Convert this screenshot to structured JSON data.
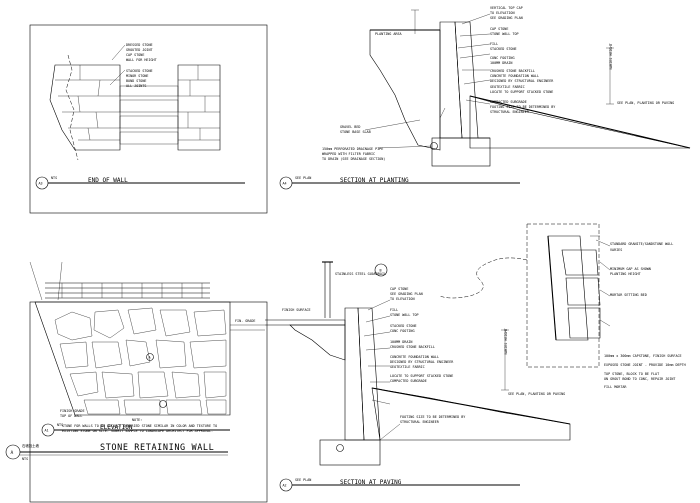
{
  "sheet": {
    "main_title": "STONE RETAINING WALL",
    "main_tag": "A",
    "main_subtitle": "石墙挡土墙",
    "main_scale": "NTS"
  },
  "views": {
    "a3": {
      "tag": "A3",
      "scale": "NTS",
      "title": "END OF WALL",
      "notes": [
        "DRESSED STONE",
        "GROUTED JOINT",
        "CAP STONE",
        "WALL FOR HEIGHT",
        "STACKED STONE",
        "MINOR STONE",
        "BOND STONE",
        "ALL JOINTS"
      ]
    },
    "a4": {
      "tag": "A4",
      "scale": "SEE PLAN",
      "title": "SECTION AT PLANTING",
      "notes": [
        "VERTICAL TOP CAP",
        "TO ELEVATION",
        "SEE GRADING PLAN",
        "CAP STONE",
        "STONE WALL TOP",
        "FILL",
        "STACKED STONE",
        "CONC FOOTING",
        "100MM DRAIN",
        "CRUSHED STONE BACKFILL",
        "CONCRETE FOUNDATION WALL",
        "DESIGNED BY STRUCTURAL ENGINEER",
        "GEOTEXTILE FABRIC",
        "LOCATE TO SUPPORT STACKED STONE",
        "COMPACTED SUBGRADE",
        "FOOTING SIZE TO BE DETERMINED BY",
        "STRUCTURAL ENGINEER"
      ],
      "side_notes": [
        "GRAVEL BED",
        "STONE BASE SLAB",
        "150mm PERFORATED DRAINAGE PIPE",
        "WRAPPED WITH FILTER FABRIC",
        "TO DRAIN (SEE DRAINAGE SECTION)"
      ],
      "label_planting": "PLANTING AREA",
      "grade_note": "VARIES HEIGHT",
      "right_note": "SEE PLAN, PLANTING OR PAVING"
    },
    "a1": {
      "tag": "A1",
      "scale": "NTS",
      "title": "ELEVATION",
      "callout": "A",
      "bottom_notes": [
        "NOTE:",
        "STONE FOR WALLS TO BE LOCALLY QUARRIED STONE SIMILAR IN COLOR AND TEXTURE TO",
        "EXISTING STONE ON SITE. SUBMIT SAMPLE TO LANDSCAPE ARCHITECT FOR APPROVAL."
      ],
      "left_notes": [
        "FIN. GRADE",
        "FINISH GRADE",
        "TOP OF WALL"
      ]
    },
    "a2": {
      "tag": "A2",
      "scale": "SEE PLAN",
      "title": "SECTION AT PAVING",
      "railing_note": "STAINLESS STEEL GUARDRAIL",
      "railing_tag": "B",
      "paving_note": "FINISH SURFACE",
      "notes": [
        "CAP STONE",
        "SEE GRADING PLAN",
        "TO ELEVATION",
        "FILL",
        "STONE WALL TOP",
        "STACKED STONE",
        "CONC FOOTING",
        "100MM DRAIN",
        "CRUSHED STONE BACKFILL",
        "CONCRETE FOUNDATION WALL",
        "DESIGNED BY STRUCTURAL ENGINEER",
        "GEOTEXTILE FABRIC",
        "LOCATE TO SUPPORT STACKED STONE",
        "COMPACTED SUBGRADE",
        "FOOTING SIZE TO BE DETERMINED BY",
        "STRUCTURAL ENGINEER"
      ],
      "grade_note": "VARIES HEIGHT",
      "right_note": "SEE PLAN, PLANTING OR PAVING"
    },
    "detail": {
      "notes": [
        "STANDARD GRANITE/SANDSTONE WALL",
        "VARIES",
        "MINIMUM GAP AS SHOWN",
        "PLANTING HEIGHT",
        "MORTAR SETTING BED",
        "100mm x 300mm CAPSTONE, FINISH SURFACE",
        "EXPOSED STONE JOINT - PROVIDE 10mm DEPTH",
        "TOP STONE, BLOCK TO BE FLAT",
        "ON GROUT BOND TO CONC, REPAIR JOINT",
        "FILL MORTAR"
      ]
    }
  },
  "colors": {
    "line": "#000000",
    "background": "#ffffff"
  }
}
